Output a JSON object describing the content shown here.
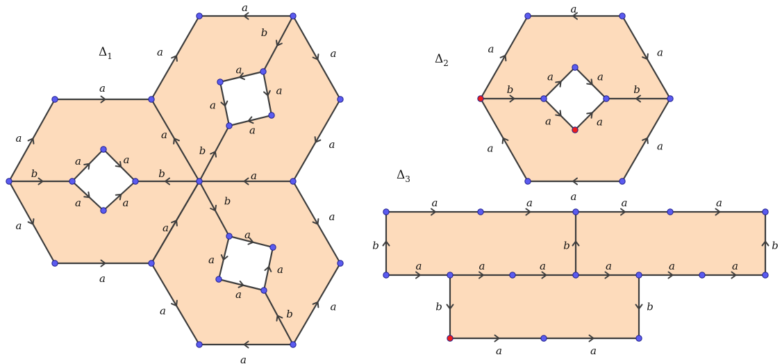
{
  "colors": {
    "face": "#fddbbb",
    "edge": "#3d3d3d",
    "vertex": "#5b5bf0",
    "base_vertex": "#ee1c1c"
  },
  "figures": [
    {
      "id": "delta1",
      "symbol": "Δ",
      "index": "1"
    },
    {
      "id": "delta2",
      "symbol": "Δ",
      "index": "2"
    },
    {
      "id": "delta3",
      "symbol": "Δ",
      "index": "3"
    }
  ],
  "edge_labels": {
    "a": "a",
    "b": "b"
  }
}
